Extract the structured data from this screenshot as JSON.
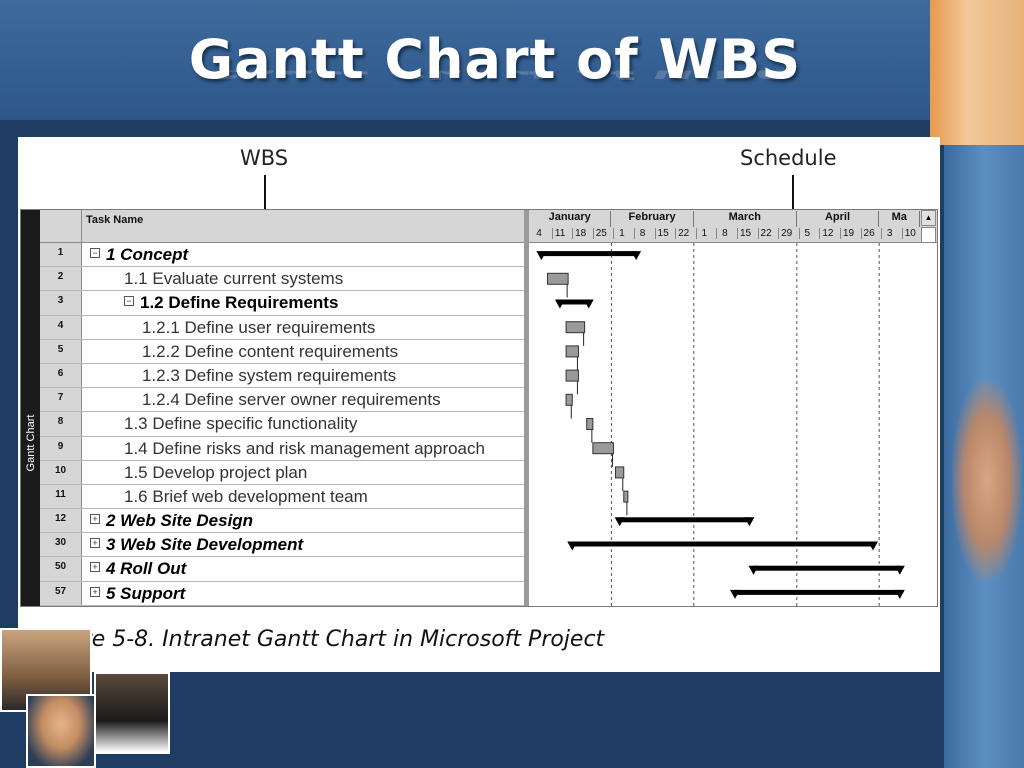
{
  "slide": {
    "title": "Gantt Chart of WBS"
  },
  "figure": {
    "label_wbs": "WBS",
    "label_schedule": "Schedule",
    "caption": "Figure 5-8. Intranet Gantt Chart in Microsoft Project",
    "side_tab": "Gantt Chart",
    "column_header": "Task Name",
    "months": [
      "January",
      "February",
      "March",
      "April",
      "Ma"
    ],
    "days": [
      "4",
      "11",
      "18",
      "25",
      "1",
      "8",
      "15",
      "22",
      "1",
      "8",
      "15",
      "22",
      "29",
      "5",
      "12",
      "19",
      "26",
      "3",
      "10"
    ],
    "tasks": [
      {
        "id": "1",
        "name": "1 Concept",
        "summary": true,
        "italic": true,
        "toggle": "⊟",
        "indent": 0
      },
      {
        "id": "2",
        "name": "1.1 Evaluate current systems",
        "summary": false,
        "italic": false,
        "toggle": "",
        "indent": 1
      },
      {
        "id": "3",
        "name": "1.2 Define Requirements",
        "summary": true,
        "italic": false,
        "toggle": "⊟",
        "indent": 1
      },
      {
        "id": "4",
        "name": "1.2.1 Define user requirements",
        "summary": false,
        "italic": false,
        "toggle": "",
        "indent": 2
      },
      {
        "id": "5",
        "name": "1.2.2 Define content requirements",
        "summary": false,
        "italic": false,
        "toggle": "",
        "indent": 2
      },
      {
        "id": "6",
        "name": "1.2.3 Define system requirements",
        "summary": false,
        "italic": false,
        "toggle": "",
        "indent": 2
      },
      {
        "id": "7",
        "name": "1.2.4 Define server owner requirements",
        "summary": false,
        "italic": false,
        "toggle": "",
        "indent": 2
      },
      {
        "id": "8",
        "name": "1.3 Define specific functionality",
        "summary": false,
        "italic": false,
        "toggle": "",
        "indent": 1
      },
      {
        "id": "9",
        "name": "1.4 Define risks and risk management approach",
        "summary": false,
        "italic": false,
        "toggle": "",
        "indent": 1
      },
      {
        "id": "10",
        "name": "1.5 Develop project plan",
        "summary": false,
        "italic": false,
        "toggle": "",
        "indent": 1
      },
      {
        "id": "11",
        "name": "1.6 Brief web development team",
        "summary": false,
        "italic": false,
        "toggle": "",
        "indent": 1
      },
      {
        "id": "12",
        "name": "2 Web Site Design",
        "summary": true,
        "italic": true,
        "toggle": "⊞",
        "indent": 0
      },
      {
        "id": "30",
        "name": "3 Web Site Development",
        "summary": true,
        "italic": true,
        "toggle": "⊞",
        "indent": 0
      },
      {
        "id": "50",
        "name": "4 Roll Out",
        "summary": true,
        "italic": true,
        "toggle": "⊞",
        "indent": 0
      },
      {
        "id": "57",
        "name": "5 Support",
        "summary": true,
        "italic": true,
        "toggle": "⊞",
        "indent": 0
      }
    ],
    "bars": [
      {
        "row": 0,
        "kind": "summary",
        "start": 0.6,
        "end": 5.2
      },
      {
        "row": 1,
        "kind": "task",
        "start": 0.9,
        "end": 1.9
      },
      {
        "row": 2,
        "kind": "summary",
        "start": 1.5,
        "end": 2.9
      },
      {
        "row": 3,
        "kind": "task",
        "start": 1.8,
        "end": 2.7
      },
      {
        "row": 4,
        "kind": "task",
        "start": 1.8,
        "end": 2.4
      },
      {
        "row": 5,
        "kind": "task",
        "start": 1.8,
        "end": 2.4
      },
      {
        "row": 6,
        "kind": "task",
        "start": 1.8,
        "end": 2.1
      },
      {
        "row": 7,
        "kind": "milestone-ish",
        "start": 2.8,
        "end": 3.1
      },
      {
        "row": 8,
        "kind": "task",
        "start": 3.1,
        "end": 4.1
      },
      {
        "row": 9,
        "kind": "task",
        "start": 4.2,
        "end": 4.6
      },
      {
        "row": 10,
        "kind": "milestone-ish",
        "start": 4.6,
        "end": 4.8
      },
      {
        "row": 11,
        "kind": "summary",
        "start": 4.4,
        "end": 10.7
      },
      {
        "row": 12,
        "kind": "summary",
        "start": 2.1,
        "end": 16.7
      },
      {
        "row": 13,
        "kind": "summary",
        "start": 10.9,
        "end": 18.0
      },
      {
        "row": 14,
        "kind": "summary",
        "start": 10.0,
        "end": 18.0
      }
    ]
  }
}
